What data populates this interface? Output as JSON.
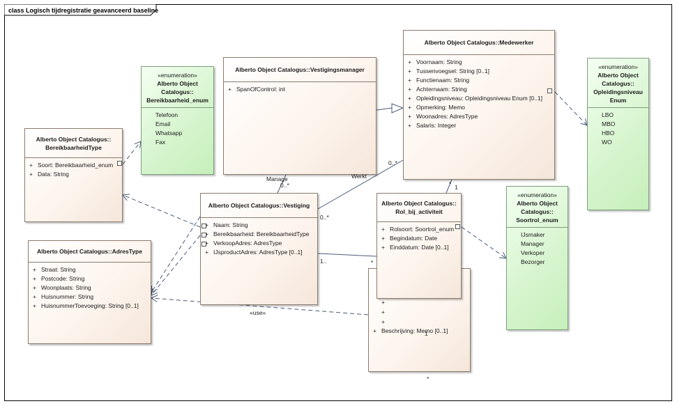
{
  "diagram": {
    "title": "class Logisch tijdregistratie geavanceerd baseline"
  },
  "classes": {
    "bereikbaarheid_enum": {
      "stereotype": "«enumeration»",
      "name_line1": "Alberto Object",
      "name_line2": "Catalogus::",
      "name_line3": "Bereikbaarheid_enum",
      "literals": [
        "Telefoon",
        "Email",
        "Whatsapp",
        "Fax"
      ]
    },
    "bereikbaarheidtype": {
      "name_line1": "Alberto Object Catalogus::",
      "name_line2": "BereikbaarheidType",
      "attributes": [
        {
          "vis": "+",
          "text": "Soort: Bereikbaarheid_enum"
        },
        {
          "vis": "+",
          "text": "Data: String"
        }
      ]
    },
    "vestigingsmanager": {
      "name": "Alberto Object Catalogus::Vestigingsmanager",
      "attributes": [
        {
          "vis": "+",
          "text": "SpanOfControl: int"
        }
      ]
    },
    "medewerker": {
      "name": "Alberto Object Catalogus::Medewerker",
      "attributes": [
        {
          "vis": "+",
          "text": "Voornaam: String"
        },
        {
          "vis": "+",
          "text": "Tussenvoegsel: String [0..1]"
        },
        {
          "vis": "+",
          "text": "Functienaam: String"
        },
        {
          "vis": "+",
          "text": "Achternaam: String"
        },
        {
          "vis": "+",
          "text": "Opleidingsniveau: Opleidingsniveau Enum [0..1]"
        },
        {
          "vis": "+",
          "text": "Opmerking: Memo"
        },
        {
          "vis": "+",
          "text": "Woonadres: AdresType"
        },
        {
          "vis": "+",
          "text": "Salaris: Integer"
        }
      ]
    },
    "opleidingsniveau_enum": {
      "stereotype": "«enumeration»",
      "name_line1": "Alberto Object",
      "name_line2": "Catalogus::",
      "name_line3": "Opleidingsniveau",
      "name_line4": "Enum",
      "literals": [
        "LBO",
        "MBO",
        "HBO",
        "WO"
      ]
    },
    "vestiging": {
      "name": "Alberto Object Catalogus::Vestiging",
      "attributes": [
        {
          "vis": "+",
          "text": "Naam: String"
        },
        {
          "vis": "+",
          "text": "Bereikbaarheid: BereikbaarheidType"
        },
        {
          "vis": "+",
          "text": "VerkoopAdres: AdresType"
        },
        {
          "vis": "+",
          "text": "IJsproductAdres: AdresType [0..1]"
        }
      ]
    },
    "rol_bij_activiteit": {
      "name_line1": "Alberto Object Catalogus::",
      "name_line2": "Rol_bij_activiteit",
      "attributes": [
        {
          "vis": "+",
          "text": "Rolsoort: Soortrol_enum"
        },
        {
          "vis": "+",
          "text": "Begindatum: Date"
        },
        {
          "vis": "+",
          "text": "Einddatum: Date [0..1]"
        }
      ]
    },
    "soortrol_enum": {
      "stereotype": "«enumeration»",
      "name_line1": "Alberto Object",
      "name_line2": "Catalogus::",
      "name_line3": "Soortrol_enum",
      "literals": [
        "IJsmaker",
        "Manager",
        "Verkoper",
        "Bezorger"
      ]
    },
    "adrestype": {
      "name": "Alberto Object Catalogus::AdresType",
      "attributes": [
        {
          "vis": "+",
          "text": "Straat: String"
        },
        {
          "vis": "+",
          "text": "Postcode: String"
        },
        {
          "vis": "+",
          "text": "Woonplaats: String"
        },
        {
          "vis": "+",
          "text": "Huisnummer: String"
        },
        {
          "vis": "+",
          "text": "HuisnummerToevoeging: String [0..1]"
        }
      ]
    },
    "hidden_class": {
      "plus_marks": [
        "+",
        "+",
        "+"
      ],
      "visible_attribute": {
        "vis": "+",
        "text": "Beschrijving: Memo [0..1]"
      }
    }
  },
  "connector_labels": {
    "manage": "Manage",
    "manage_mult": "0..*",
    "werkt": "Werkt",
    "werkt_mult_end": "0..*",
    "vestiging_mult_right": "0..*",
    "medewerker_mult_bottom": "*",
    "medewerker_mult_one": "1",
    "vestiging_mult_one": "1..",
    "rol_mult_star": "*",
    "use": "«use»",
    "bottom_star": "*",
    "overlap_one": "1"
  }
}
